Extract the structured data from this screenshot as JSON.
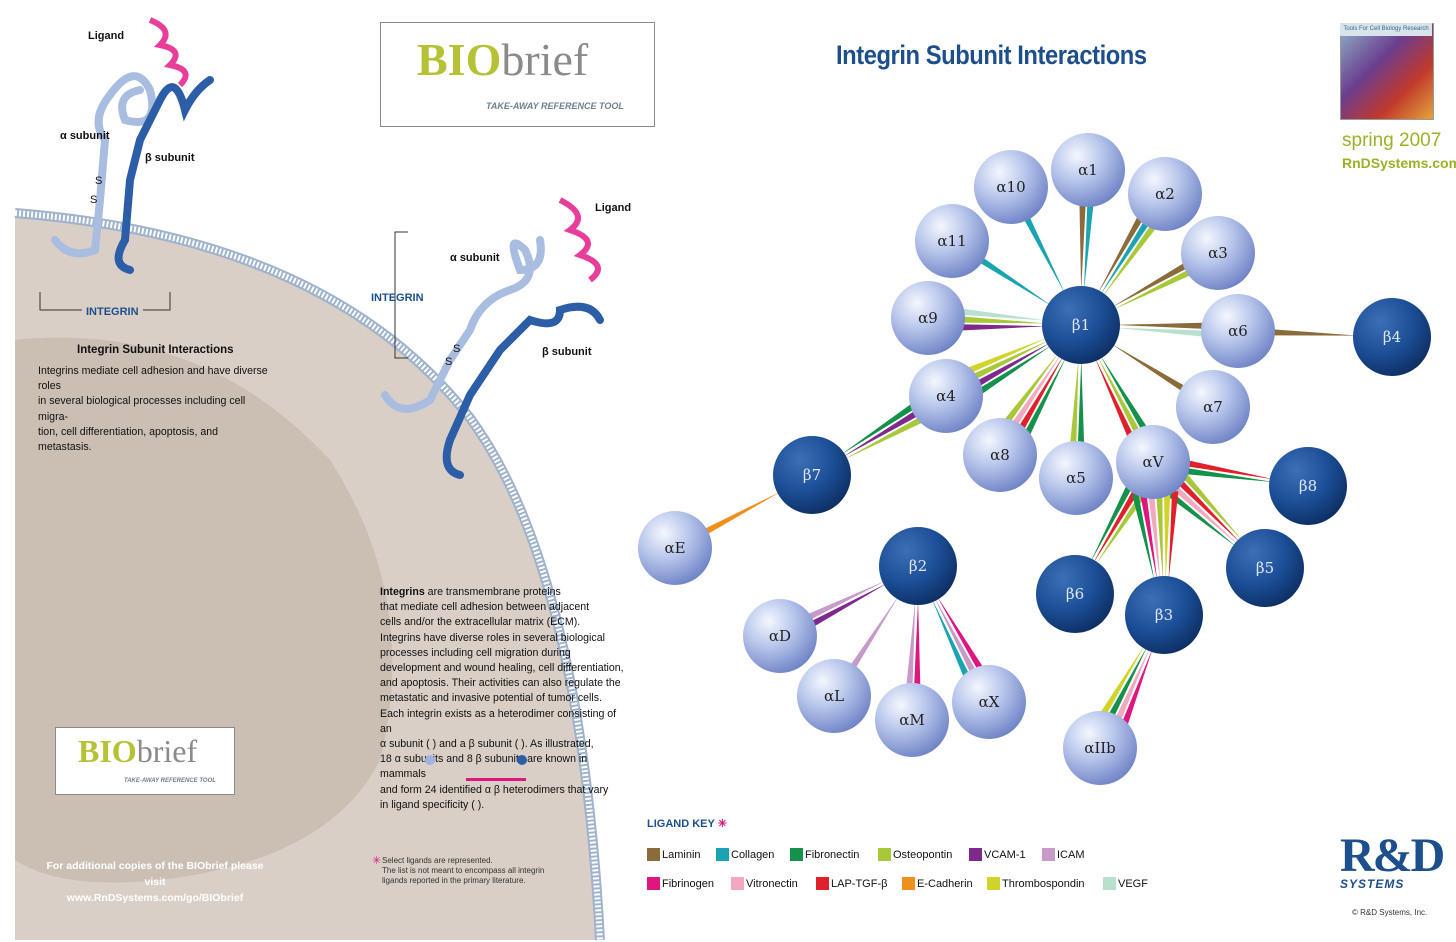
{
  "title": "Integrin Subunit Interactions",
  "biobrief": {
    "logo_bio": "BIO",
    "logo_brief": "brief",
    "tagline": "TAKE-AWAY REFERENCE TOOL"
  },
  "cover": {
    "strip": "Tools For Cell Biology Research",
    "season": "spring 2007",
    "url": "RnDSystems.com"
  },
  "diagram_top": {
    "ligand": "Ligand",
    "alpha": "α subunit",
    "beta": "β subunit",
    "s1": "S",
    "s2": "S",
    "integrin": "INTEGRIN"
  },
  "diagram_mid": {
    "ligand": "Ligand",
    "alpha": "α subunit",
    "beta": "β subunit",
    "s1": "S",
    "s2": "S",
    "integrin": "INTEGRIN"
  },
  "intro": {
    "heading": "Integrin Subunit Interactions",
    "text": [
      "Integrins mediate cell adhesion and have diverse roles",
      "in several biological processes including cell migra-",
      "tion, cell differentiation, apoptosis, and metastasis."
    ]
  },
  "description": {
    "bold": "Integrins",
    "first": " are transmembrane proteins",
    "lines": [
      "that mediate cell adhesion between adjacent",
      "cells and/or the extracellular matrix (ECM).",
      "Integrins have diverse roles in several biological",
      "processes including cell migration during",
      "development and wound healing, cell differentiation,",
      "and apoptosis. Their activities can also regulate the",
      "metastatic and invasive potential of tumor cells.",
      "Each integrin exists as a heterodimer consisting of an",
      "α subunit (   ) and a β subunit (   ).  As illustrated,",
      "18 α subunits and 8 β subunits are known in mammals",
      "and form 24 identified α β heterodimers that vary",
      "in ligand specificity (                    )."
    ]
  },
  "note": [
    "Select ligands are represented.",
    "The list is not meant to encompass all integrin",
    "ligands reported in the primary literature."
  ],
  "footer": [
    "For additional copies of the BIObrief please visit",
    "www.RnDSystems.com/go/BIObrief"
  ],
  "ligand_key": {
    "title": "LIGAND KEY",
    "items": [
      {
        "name": "Laminin",
        "color": "#8b6b3a"
      },
      {
        "name": "Collagen",
        "color": "#1aa3b0"
      },
      {
        "name": "Fibronectin",
        "color": "#14914a"
      },
      {
        "name": "Osteopontin",
        "color": "#a8c83a"
      },
      {
        "name": "VCAM-1",
        "color": "#7d2a8c"
      },
      {
        "name": "ICAM",
        "color": "#c79ac9"
      },
      {
        "name": "Fibrinogen",
        "color": "#e0157e"
      },
      {
        "name": "Vitronectin",
        "color": "#f2a9c0"
      },
      {
        "name": "LAP-TGF-β",
        "color": "#e0202a"
      },
      {
        "name": "E-Cadherin",
        "color": "#ef8f1c"
      },
      {
        "name": "Thrombospondin",
        "color": "#d0d42a"
      },
      {
        "name": "VEGF",
        "color": "#b8e0cf"
      }
    ]
  },
  "company": {
    "logo": "R&D",
    "sub": "SYSTEMS",
    "copyright": "© R&D Systems, Inc."
  },
  "nodes": {
    "b1": "β1",
    "b2": "β2",
    "b3": "β3",
    "b4": "β4",
    "b5": "β5",
    "b6": "β6",
    "b7": "β7",
    "b8": "β8",
    "a1": "α1",
    "a2": "α2",
    "a3": "α3",
    "a4": "α4",
    "a5": "α5",
    "a6": "α6",
    "a7": "α7",
    "a8": "α8",
    "a9": "α9",
    "a10": "α10",
    "a11": "α11",
    "aV": "αV",
    "aD": "αD",
    "aL": "αL",
    "aM": "αM",
    "aX": "αX",
    "aE": "αE",
    "aIIb": "αIIb"
  }
}
